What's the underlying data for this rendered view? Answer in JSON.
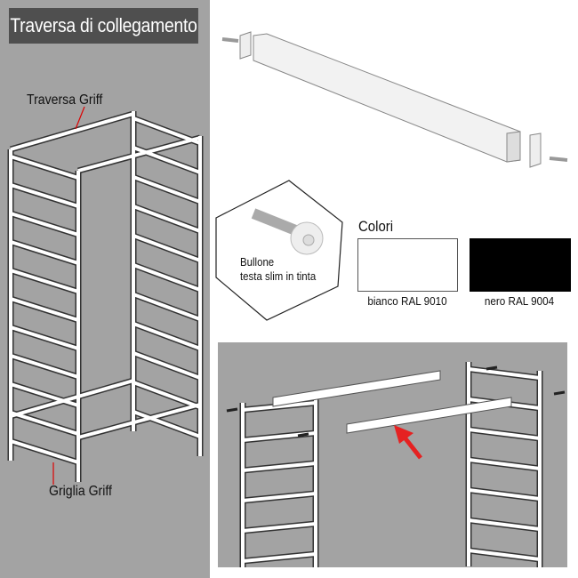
{
  "title": "Traversa di collegamento",
  "labels": {
    "traversa": "Traversa Griff",
    "griglia": "Griglia Griff"
  },
  "bolt": {
    "line1": "Bullone",
    "line2": "testa slim in tinta"
  },
  "colors": {
    "heading": "Colori",
    "swatches": [
      {
        "label": "bianco RAL 9010",
        "hex": "#ffffff"
      },
      {
        "label": "nero RAL 9004",
        "hex": "#000000"
      }
    ]
  },
  "accent": "#e52222"
}
